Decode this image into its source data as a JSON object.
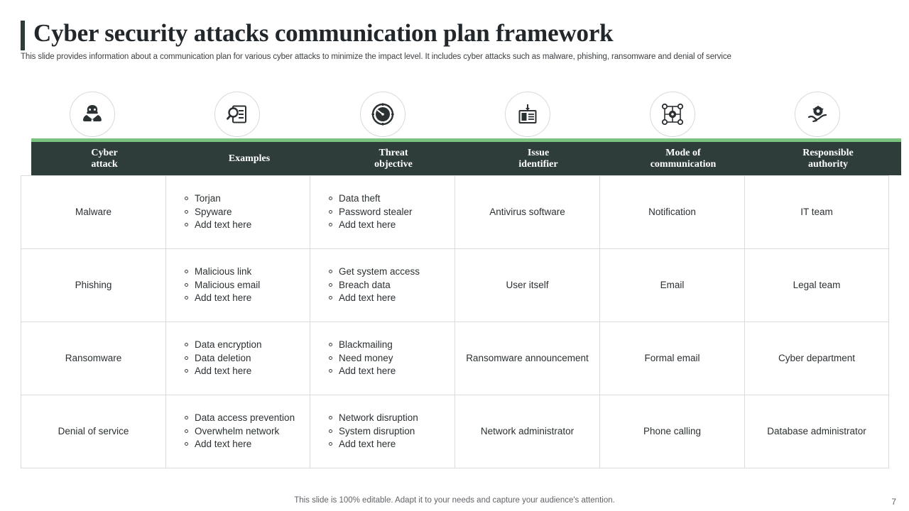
{
  "slide": {
    "title": "Cyber security attacks communication plan framework",
    "subtitle": "This slide provides information about a communication plan for various cyber attacks to minimize the impact level. It includes cyber attacks such as malware, phishing, ransomware and denial of service",
    "footer_note": "This slide is 100% editable. Adapt it to your needs and capture your audience's attention.",
    "page_number": "7",
    "accent_color": "#7bc47f",
    "header_bg_color": "#2f3d3a"
  },
  "icons": [
    {
      "name": "hacker-icon"
    },
    {
      "name": "magnifier-document-icon"
    },
    {
      "name": "speedometer-icon"
    },
    {
      "name": "id-card-icon"
    },
    {
      "name": "network-nodes-icon"
    },
    {
      "name": "hand-gear-icon"
    }
  ],
  "table": {
    "headers": [
      {
        "line1": "Cyber",
        "line2": "attack"
      },
      {
        "line1": "Examples",
        "line2": ""
      },
      {
        "line1": "Threat",
        "line2": "objective"
      },
      {
        "line1": "Issue",
        "line2": "identifier"
      },
      {
        "line1": "Mode of",
        "line2": "communication"
      },
      {
        "line1": "Responsible",
        "line2": "authority"
      }
    ],
    "rows": [
      {
        "attack": "Malware",
        "examples": [
          "Torjan",
          "Spyware",
          "Add text here"
        ],
        "objective": [
          "Data theft",
          "Password stealer",
          "Add text here"
        ],
        "identifier": "Antivirus software",
        "mode": "Notification",
        "authority": "IT team"
      },
      {
        "attack": "Phishing",
        "examples": [
          "Malicious link",
          "Malicious email",
          "Add text here"
        ],
        "objective": [
          "Get system access",
          "Breach data",
          "Add text here"
        ],
        "identifier": "User itself",
        "mode": "Email",
        "authority": "Legal team"
      },
      {
        "attack": "Ransomware",
        "examples": [
          "Data encryption",
          "Data deletion",
          "Add text here"
        ],
        "objective": [
          "Blackmailing",
          "Need money",
          "Add text here"
        ],
        "identifier": "Ransomware announcement",
        "mode": "Formal email",
        "authority": "Cyber department"
      },
      {
        "attack": "Denial of service",
        "examples": [
          "Data access prevention",
          "Overwhelm network",
          "Add text here"
        ],
        "objective": [
          "Network disruption",
          "System disruption",
          "Add text here"
        ],
        "identifier": "Network administrator",
        "mode": "Phone calling",
        "authority": "Database administrator"
      }
    ]
  }
}
